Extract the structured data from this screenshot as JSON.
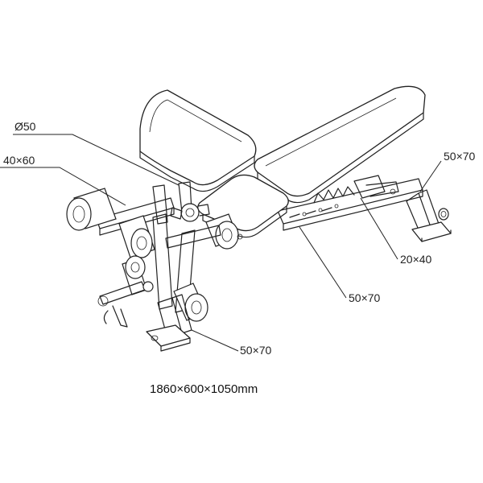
{
  "diagram": {
    "subject": "adjustable-weight-bench",
    "dimension_labels": {
      "pipe_diameter": "Ø50",
      "frame_40x60": "40×60",
      "rear_leg": "50×70",
      "rail": "20×40",
      "main_beam": "50×70",
      "front_leg": "50×70"
    },
    "overall_size": "1860×600×1050mm"
  }
}
